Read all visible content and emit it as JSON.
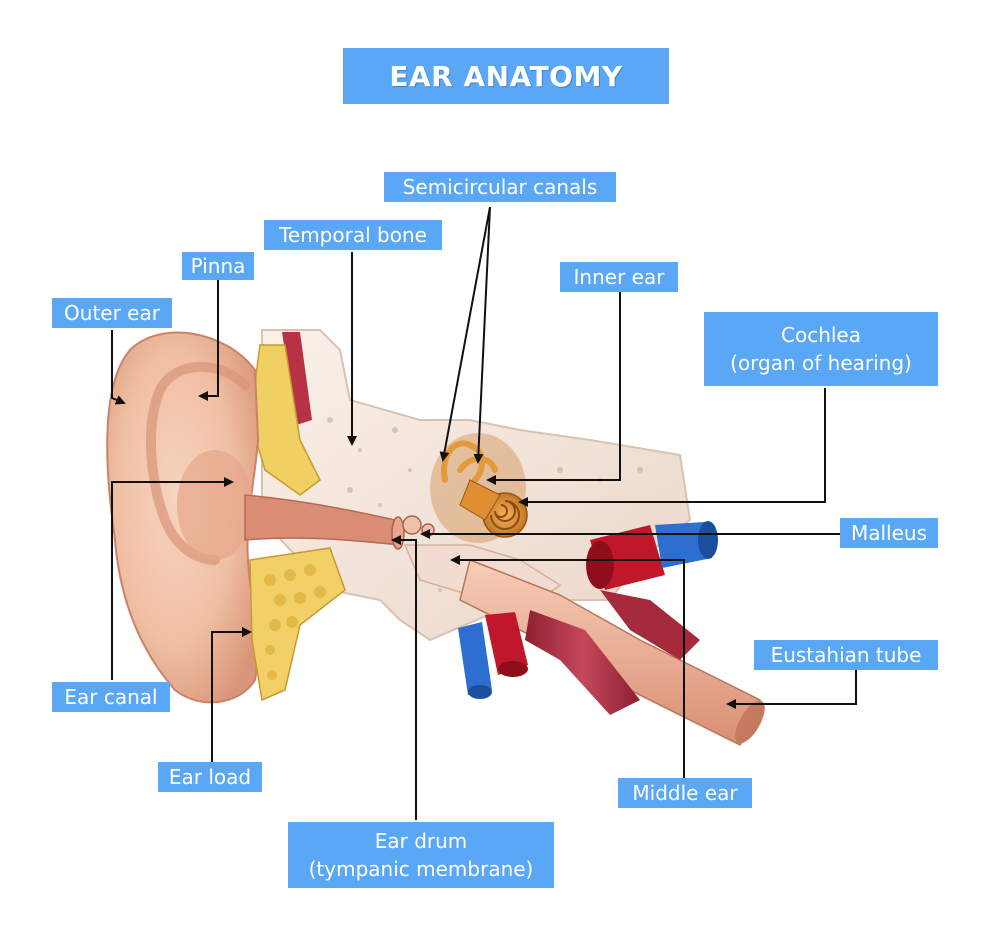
{
  "title": "EAR ANATOMY",
  "labels": {
    "semicircular_canals": "Semicircular canals",
    "temporal_bone": "Temporal bone",
    "pinna": "Pinna",
    "outer_ear": "Outer ear",
    "inner_ear": "Inner ear",
    "cochlea_line1": "Cochlea",
    "cochlea_line2": "(organ of hearing)",
    "malleus": "Malleus",
    "eustachian_tube": "Eustahian tube",
    "ear_canal": "Ear canal",
    "ear_load": "Ear load",
    "middle_ear": "Middle ear",
    "ear_drum_line1": "Ear drum",
    "ear_drum_line2": "(tympanic membrane)"
  },
  "colors": {
    "label_bg": "#5aa7f5",
    "label_text": "#ffffff",
    "skin": "#f2c3a8",
    "skin_shadow": "#d99a7f",
    "bone": "#f3e6dc",
    "cochlea": "#d98a2a",
    "artery": "#c0182a",
    "vein": "#2c6fd1",
    "muscle": "#b63546",
    "fat": "#f0cf63",
    "arrow": "#111111"
  }
}
